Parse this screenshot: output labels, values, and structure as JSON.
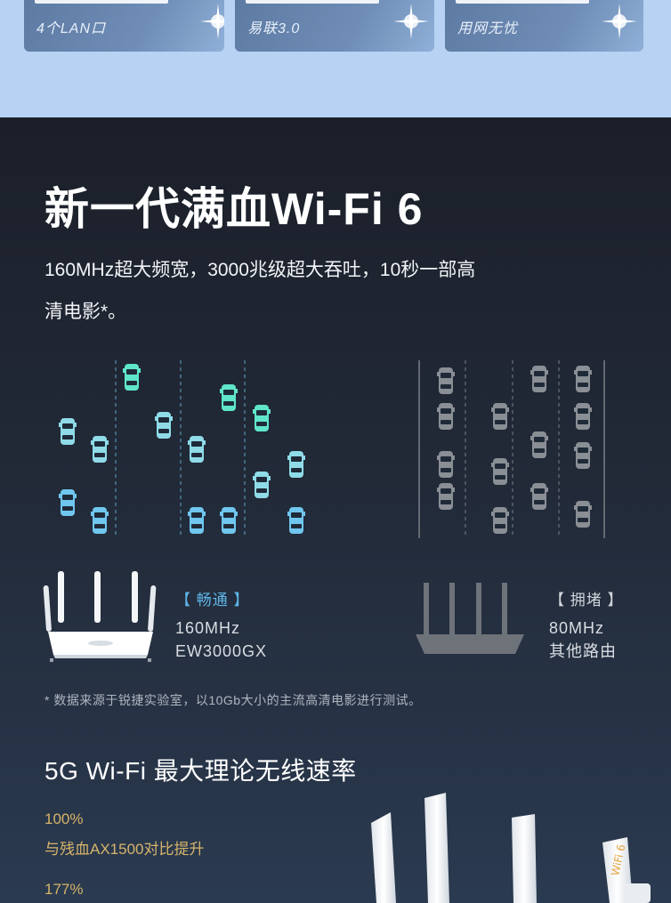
{
  "feature_cards": [
    {
      "subtitle": "4个LAN口"
    },
    {
      "subtitle": "易联3.0"
    },
    {
      "subtitle": "用网无忧"
    }
  ],
  "headline": "新一代满血Wi-Fi 6",
  "description_line1": "160MHz超大频宽，3000兆级超大吞吐，10秒一部高",
  "description_line2": "清电影*。",
  "smooth": {
    "tag": "【 畅通 】",
    "bandwidth": "160MHz",
    "model": "EW3000GX"
  },
  "congested": {
    "tag": "【 拥堵 】",
    "bandwidth": "80MHz",
    "model": "其他路由"
  },
  "footnote": "* 数据来源于锐捷实验室，以10Gb大小的主流高清电影进行测试。",
  "speed_title": "5G Wi-Fi  最大理论无线速率",
  "stats": [
    {
      "value": "100%",
      "label": "与残血AX1500对比提升"
    },
    {
      "value": "177%"
    }
  ],
  "colors": {
    "top_band": "#b7d2f3",
    "accent_blue": "#5fb6e8",
    "accent_gold": "#d7b46a",
    "car_blue": "#6fc6ef",
    "car_teal": "#5fe6c9",
    "car_gray": "#8a8e95"
  }
}
